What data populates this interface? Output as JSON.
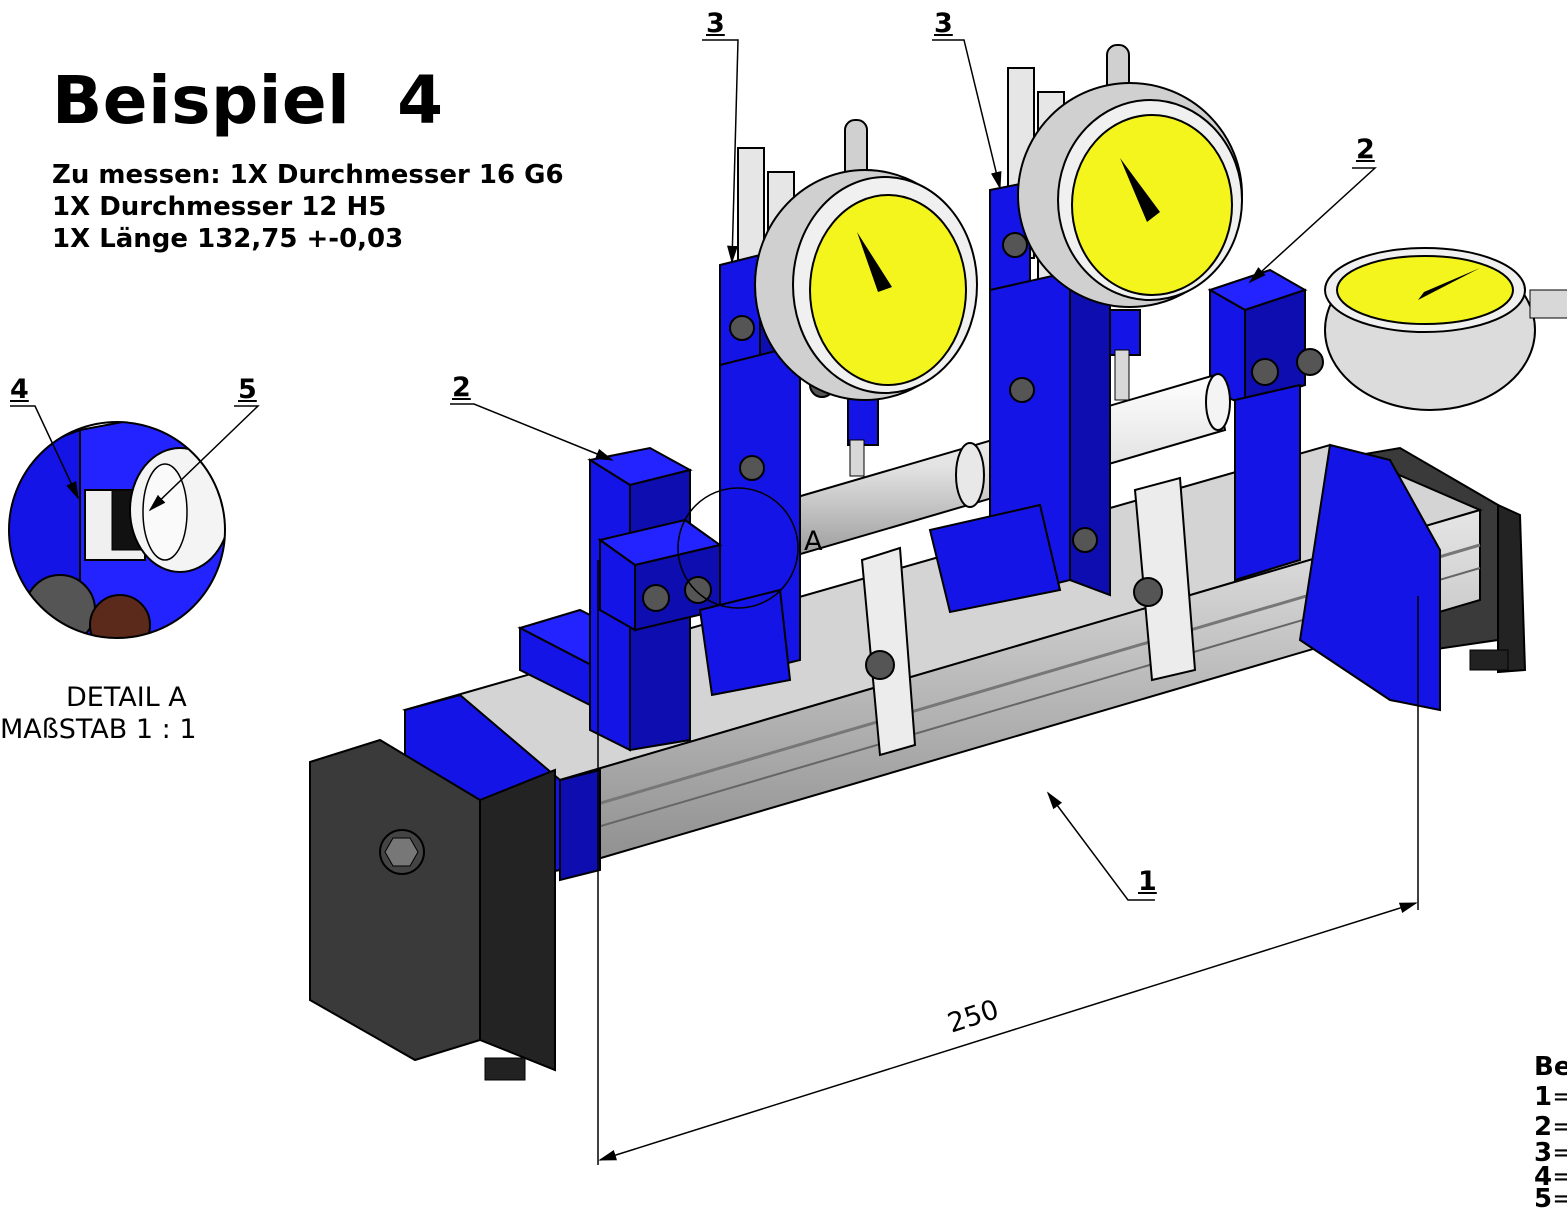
{
  "title": "Beispiel  4",
  "spec_lines": [
    "Zu messen: 1X Durchmesser 16 G6",
    "1X Durchmesser 12 H5",
    "1X Länge 132,75 +-0,03"
  ],
  "detail": {
    "line1": "DETAIL A",
    "line2": "MAßSTAB 1 : 1",
    "label_a": "A"
  },
  "callouts": {
    "c1": "1",
    "c2_left": "2",
    "c2_right": "2",
    "c3_left": "3",
    "c3_right": "3",
    "c4": "4",
    "c5": "5"
  },
  "dimension": "250",
  "legend": {
    "heading": "Be",
    "n1": "1",
    "n2": "2",
    "n3": "3",
    "n4": "4",
    "n5": "5",
    "eq": "="
  },
  "colors": {
    "blue": "#1414e6",
    "dark": "#2e2e2e",
    "yellow": "#f5f51e",
    "silver": "#c8c8c8"
  }
}
